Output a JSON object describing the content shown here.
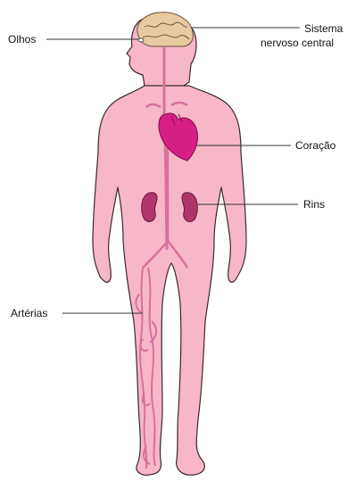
{
  "labels": {
    "olhos": "Olhos",
    "sistema_nervoso_line1": "Sistema",
    "sistema_nervoso_line2": "nervoso central",
    "coracao": "Coração",
    "rins": "Rins",
    "arterias": "Artérias"
  },
  "colors": {
    "skin": "#f7b7c8",
    "skin_outline": "#3a2a2a",
    "brain": "#e8c9a0",
    "heart": "#d61f86",
    "kidney": "#b0346a",
    "artery": "#d9709d",
    "leader_line": "#333333"
  }
}
